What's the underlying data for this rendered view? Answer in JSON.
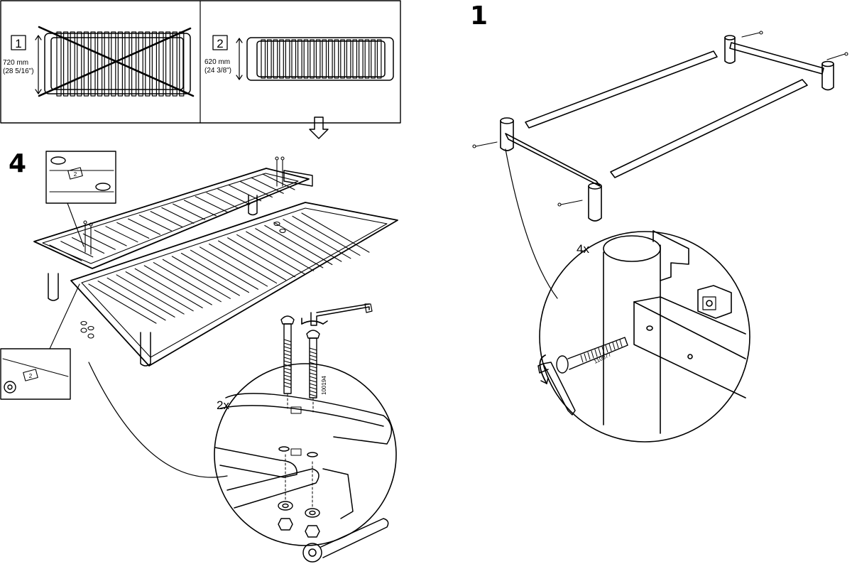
{
  "panels": {
    "option1": {
      "number": "1",
      "height_mm": "720 mm",
      "height_in": "(28 5/16\")"
    },
    "option2": {
      "number": "2",
      "height_mm": "620 mm",
      "height_in": "(24 3/8\")"
    }
  },
  "steps": {
    "left": {
      "number": "4",
      "quantity": "2x",
      "part_number": "100194"
    },
    "right": {
      "number": "1",
      "quantity": "4x",
      "part_number": "110077"
    }
  },
  "label_marks": {
    "hole_label": "2"
  }
}
